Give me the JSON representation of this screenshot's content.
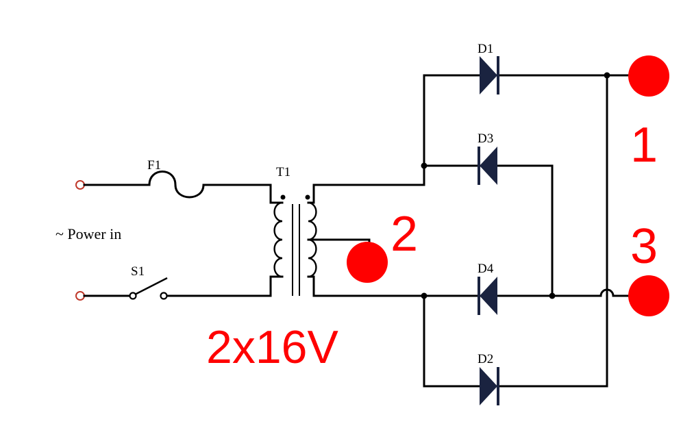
{
  "labels": {
    "fuse": "F1",
    "transformer": "T1",
    "switch": "S1",
    "power_in": "~ Power in",
    "rating": "2x16V",
    "d1": "D1",
    "d2": "D2",
    "d3": "D3",
    "d4": "D4"
  },
  "outputs": {
    "out1": "1",
    "out2": "2",
    "out3": "3"
  },
  "colors": {
    "wire": "#000000",
    "diode": "#1a2340",
    "marker": "#ff0000",
    "terminal": "#c0392b"
  }
}
